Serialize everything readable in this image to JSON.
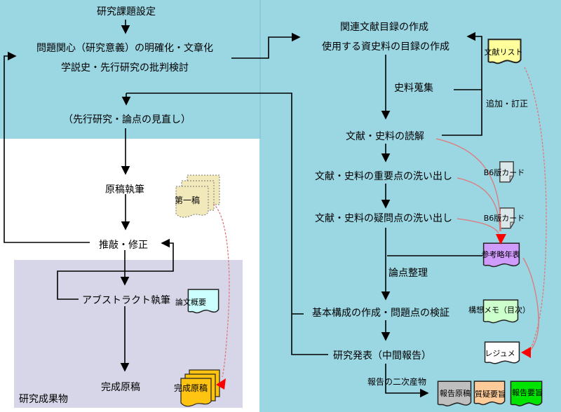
{
  "diagram_title": "研究成果物",
  "labels": {
    "kadai": "研究課題設定",
    "mondai": "問題関心（研究意義）の明確化・文章化",
    "gakusetsu": "学説史・先行研究の批判検討",
    "minaoshi": "（先行研究・論点の見直し）",
    "genko": "原稿執筆",
    "suiko": "推敲・修正",
    "abstract": "アブストラクト執筆",
    "kansei": "完成原稿",
    "seikabutsu": "研究成果物",
    "kanren": "関連文献目録の作成",
    "shiyo": "使用する資史料の目録の作成",
    "shushu": "史料蒐集",
    "tsuika": "追加・訂正",
    "dokkai": "文献・史料の読解",
    "juyoten": "文献・史料の重要点の洗い出し",
    "gimonten": "文献・史料の疑問点の洗い出し",
    "ronten": "論点整理",
    "kihon": "基本構成の作成・問題点の検証",
    "happyo": "研究発表（中間報告）",
    "niji": "報告の二次産物"
  },
  "notes": {
    "bunken_list": "文献リスト",
    "b6_card_1": "B6版カード",
    "b6_card_2": "B6版カード",
    "nenpyo": "参考略年表",
    "koso_memo": "構想メモ（目次）",
    "resume": "レジュメ",
    "hokoku_genko": "報告原稿",
    "shitsugi": "質疑要旨",
    "hokoku_yoshi": "報告要旨",
    "ronbun_gaiyo": "論文概要",
    "daiikko": "第一稿",
    "kansei_genko": "完成原稿"
  },
  "colors": {
    "background_cyan": "#9bd6e3",
    "white_panel": "#ffffff",
    "lavender_panel": "#d6d6e8",
    "note_yellow": "#ffff9c",
    "note_card_gray": "#dbe8ea",
    "note_purple": "#cf9cfc",
    "note_pale_green": "#ccffcc",
    "note_white": "#ffffff",
    "note_gray": "#bfbfbf",
    "note_peach": "#ffcc99",
    "note_bright_green": "#00e400",
    "note_khaki": "#f2e9bb",
    "note_orange": "#ffc411",
    "red_connector": "#e07878",
    "red_arrow": "#ff0000",
    "line_black": "#000000"
  }
}
